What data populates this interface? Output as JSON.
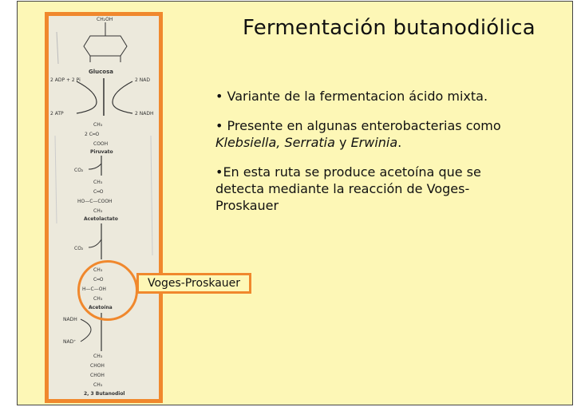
{
  "slide": {
    "title": "Fermentación butanodiólica",
    "bullets": {
      "b1": "• Variante de la fermentacion ácido mixta.",
      "b2_line1": "• Presente en algunas enterobacterias como",
      "b2_org1": "Klebsiella",
      "b2_sep1": ", ",
      "b2_org2": "Serratia",
      "b2_sep2": " y ",
      "b2_org3": "Erwinia",
      "b2_end": ".",
      "b3_line1": "•En esta ruta se produce acetoína que se",
      "b3_line2": "detecta mediante la reacción de Voges-",
      "b3_line3": "Proskauer"
    },
    "callout_label": "Voges-Proskauer"
  },
  "pathway": {
    "glucose": "Glucosa",
    "adp_pi": "2 ADP + 2 Pi",
    "atp": "2 ATP",
    "nad": "2 NAD",
    "nadh": "2 NADH",
    "pyruvate": "Piruvato",
    "co2_1": "CO₂",
    "acetolactate": "Acetolactato",
    "co2_2": "CO₂",
    "acetoin": "Acetoína",
    "nadh_2": "NADH",
    "nad_2": "NAD⁺",
    "butanediol": "2, 3 Butanodiol"
  },
  "colors": {
    "slide_bg": "#fdf7b6",
    "accent_orange": "#f0882d",
    "pathway_bg": "#ece9dc"
  }
}
